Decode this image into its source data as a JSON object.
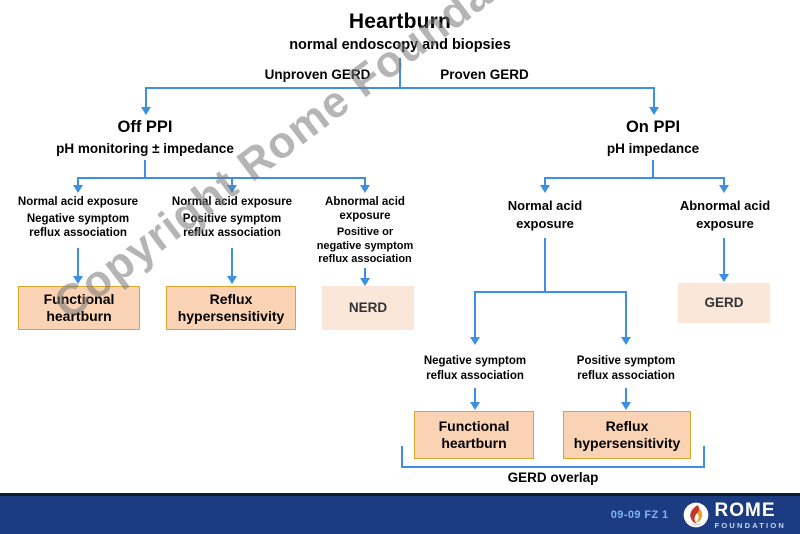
{
  "diagram": {
    "title": "Heartburn",
    "subtitle": "normal endoscopy and biopsies",
    "branch_labels": {
      "left": "Unproven GERD",
      "right": "Proven GERD"
    },
    "left_branch": {
      "stage_title": "Off PPI",
      "stage_subtitle": "pH monitoring ± impedance",
      "criteria": [
        {
          "line1": "Normal acid exposure",
          "line2": "Negative symptom",
          "line3": "reflux association"
        },
        {
          "line1": "Normal acid exposure",
          "line2": "Positive symptom",
          "line3": "reflux association"
        },
        {
          "line1": "Abnormal acid",
          "line2": "exposure",
          "line3": "Positive or",
          "line4": "negative symptom",
          "line5": "reflux association"
        }
      ],
      "outcomes": [
        {
          "line1": "Functional",
          "line2": "heartburn",
          "style": "peach"
        },
        {
          "line1": "Reflux",
          "line2": "hypersensitivity",
          "style": "peach"
        },
        {
          "line1": "NERD",
          "line2": "",
          "style": "pale"
        }
      ]
    },
    "right_branch": {
      "stage_title": "On PPI",
      "stage_subtitle": "pH impedance",
      "criteria": [
        {
          "line1": "Normal acid",
          "line2": "exposure"
        },
        {
          "line1": "Abnormal acid",
          "line2": "exposure"
        }
      ],
      "sub_criteria": [
        {
          "line1": "Negative symptom",
          "line2": "reflux association"
        },
        {
          "line1": "Positive symptom",
          "line2": "reflux association"
        }
      ],
      "outcomes": [
        {
          "line1": "Functional",
          "line2": "heartburn",
          "style": "peach"
        },
        {
          "line1": "Reflux",
          "line2": "hypersensitivity",
          "style": "peach"
        }
      ],
      "gerd_box": {
        "line1": "GERD",
        "style": "pale"
      },
      "overlap_label": "GERD overlap"
    }
  },
  "watermark": {
    "text": "Copyright Rome Foundation"
  },
  "footer": {
    "code": "09-09  FZ 1",
    "logo_primary": "ROME",
    "logo_secondary": "FOUNDATION"
  },
  "colors": {
    "connector": "#3d8fe0",
    "box_fill": "#fad3b4",
    "box_border": "#d7a82c",
    "pale_fill": "#fae7da",
    "footer_bg": "#1b3c80",
    "footer_code": "#7fb3ef"
  }
}
